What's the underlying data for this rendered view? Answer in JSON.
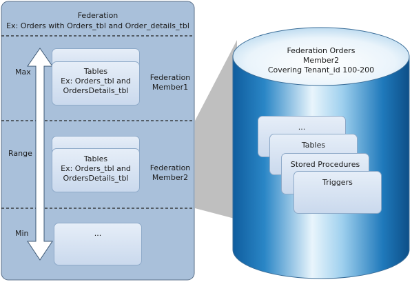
{
  "federation": {
    "title": "Federation",
    "subtitle": "Ex: Orders with Orders_tbl and Order_details_tbl",
    "range_labels": {
      "max": "Max",
      "range": "Range",
      "min": "Min"
    },
    "members": [
      {
        "tables_title": "Tables",
        "tables_line1": "Ex: Orders_tbl and",
        "tables_line2": "OrdersDetails_tbl",
        "name_line1": "Federation",
        "name_line2": "Member1"
      },
      {
        "tables_title": "Tables",
        "tables_line1": "Ex: Orders_tbl and",
        "tables_line2": "OrdersDetails_tbl",
        "name_line1": "Federation",
        "name_line2": "Member2"
      },
      {
        "ellipsis": "..."
      }
    ]
  },
  "database": {
    "title_line1": "Federation Orders",
    "title_line2": "Member2",
    "title_line3": "Covering Tenant_id 100-200",
    "objects": [
      "...",
      "Tables",
      "Stored Procedures",
      "Triggers"
    ]
  },
  "colors": {
    "panel_fill": "#a9c0da",
    "card_fill": "#d6e2f1",
    "cylinder_dark": "#1565a6",
    "cylinder_light": "#e6f3fb",
    "connector_gray": "#bfbfbf"
  }
}
